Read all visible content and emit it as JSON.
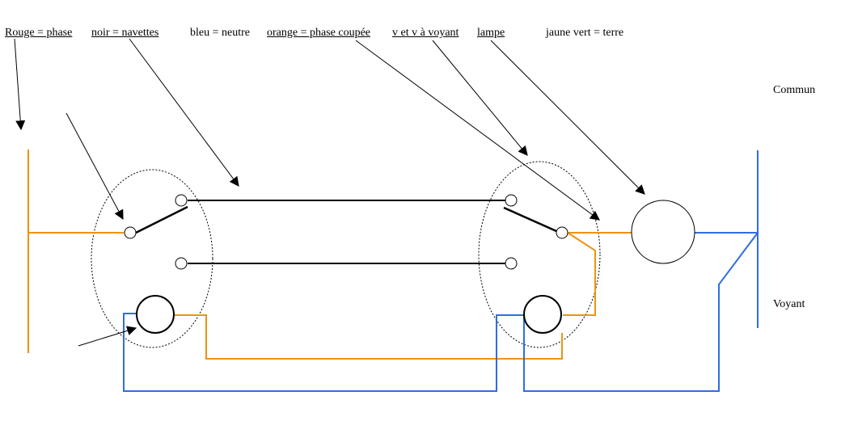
{
  "legend": {
    "rouge": "Rouge = phase",
    "noir": "noir = navettes",
    "bleu": "bleu = neutre",
    "orange": "orange = phase coupée",
    "voyant": "v et v à voyant",
    "lampe": "lampe",
    "terre": "jaune vert = terre"
  },
  "labels": {
    "commun": "Commun",
    "voyant": "Voyant"
  },
  "colors": {
    "orange": "#f0920e",
    "blue": "#2f6ee0",
    "black": "#000000",
    "dash": "#000000"
  }
}
